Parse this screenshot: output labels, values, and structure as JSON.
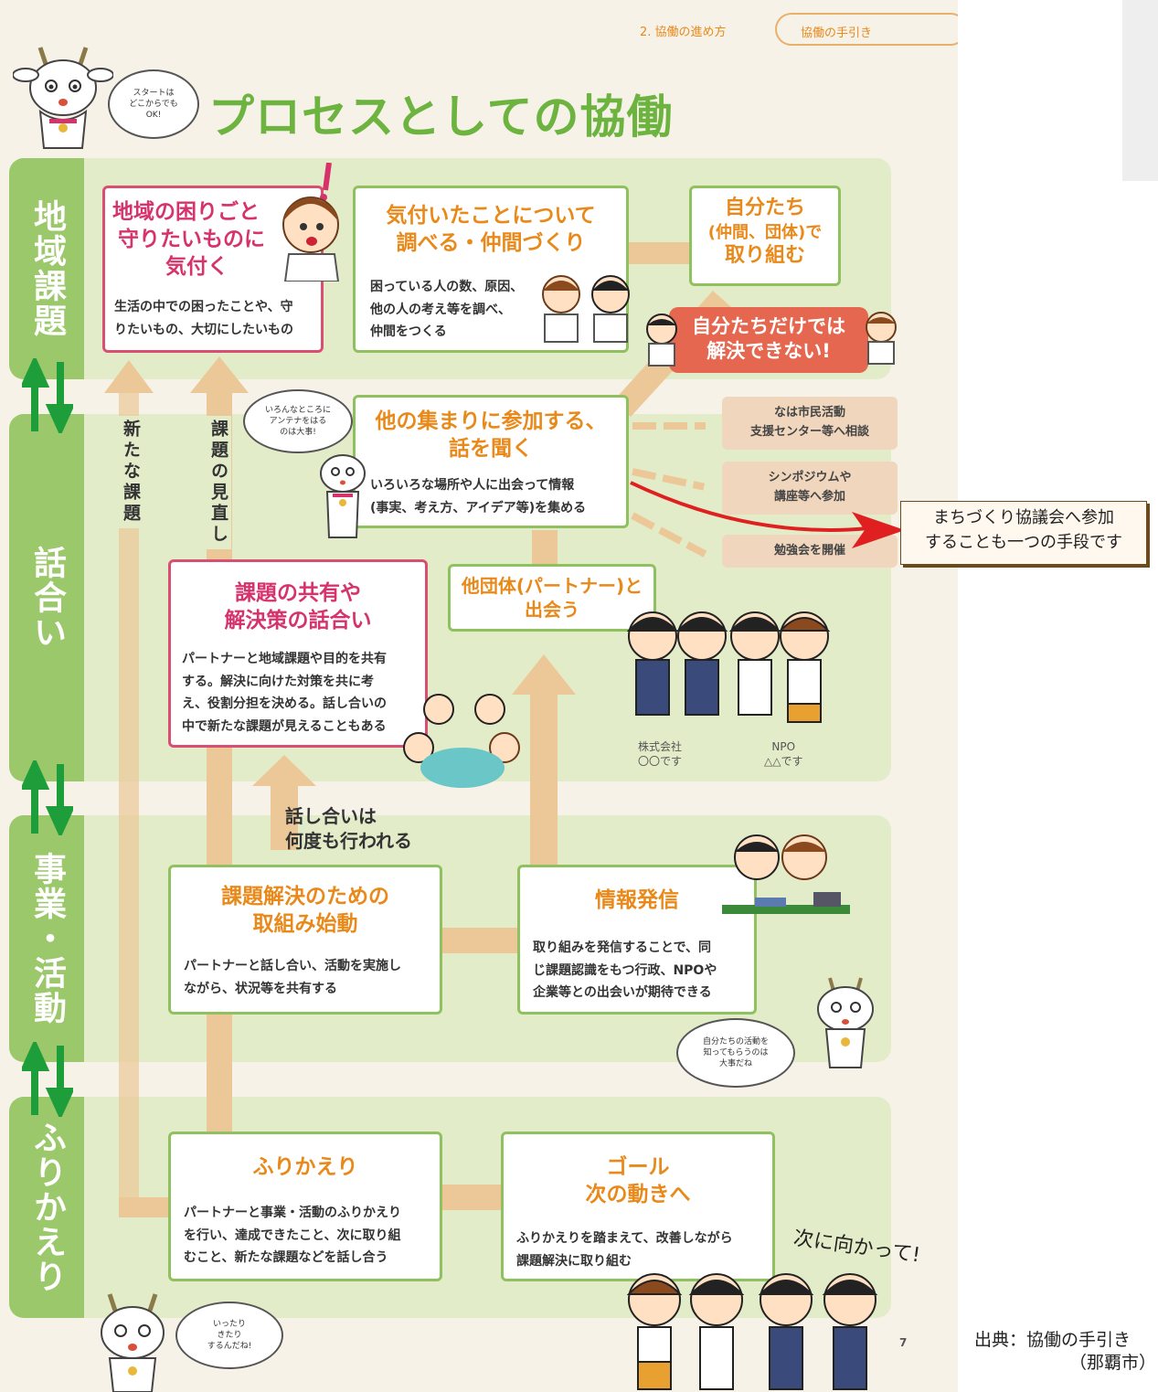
{
  "header": {
    "section": "2. 協働の進め方",
    "tab": "協働の手引き"
  },
  "title": "プロセスとしての協働",
  "goat_bubbles": {
    "start": [
      "スタートは",
      "どこからでも",
      "OK!"
    ],
    "antenna": [
      "いろんなところに",
      "アンテナをはる",
      "のは大事!"
    ],
    "activity": [
      "自分たちの活動を",
      "知ってもらうのは",
      "大事だね"
    ],
    "loop": [
      "いったり",
      "きたり",
      "するんだね!"
    ]
  },
  "stages": {
    "area": "地域課題",
    "talk": "話合い",
    "action": "事業・活動",
    "review": "ふりかえり"
  },
  "vertical_labels": {
    "new_issue": "新たな課題",
    "review_issue": "課題の見直し"
  },
  "boxes": {
    "notice": {
      "title": [
        "地域の困りごと",
        "守りたいものに",
        "気付く"
      ],
      "desc": [
        "生活の中での困ったことや、守",
        "りたいもの、大切にしたいもの"
      ]
    },
    "research": {
      "title": [
        "気付いたことについて",
        "調べる・仲間づくり"
      ],
      "desc": [
        "困っている人の数、原因、",
        "他の人の考え等を調べ、",
        "仲間をつくる"
      ]
    },
    "ourselves": {
      "title": [
        "自分たち",
        "(仲間、団体)で",
        "取り組む"
      ]
    },
    "cannot": {
      "title": [
        "自分たちだけでは",
        "解決できない!"
      ]
    },
    "join": {
      "title": [
        "他の集まりに参加する、",
        "話を聞く"
      ],
      "desc": [
        "いろいろな場所や人に出会って情報",
        "(事実、考え方、アイデア等)を集める"
      ]
    },
    "share": {
      "title": [
        "課題の共有や",
        "解決策の話合い"
      ],
      "desc": [
        "パートナーと地域課題や目的を共有",
        "する。解決に向けた対策を共に考",
        "え、役割分担を決める。話し合いの",
        "中で新たな課題が見えることもある"
      ]
    },
    "partner": {
      "title": [
        "他団体(パートナー)と",
        "出会う"
      ]
    },
    "start_action": {
      "title": [
        "課題解決のための",
        "取組み始動"
      ],
      "desc": [
        "パートナーと話し合い、活動を実施し",
        "ながら、状況等を共有する"
      ]
    },
    "info": {
      "title": [
        "情報発信"
      ],
      "desc": [
        "取り組みを発信することで、同",
        "じ課題認識をもつ行政、NPOや",
        "企業等との出会いが期待できる"
      ]
    },
    "review": {
      "title": [
        "ふりかえり"
      ],
      "desc": [
        "パートナーと事業・活動のふりかえり",
        "を行い、達成できたこと、次に取り組",
        "むこと、新たな課題などを話し合う"
      ]
    },
    "goal": {
      "title": [
        "ゴール",
        "次の動きへ"
      ],
      "desc": [
        "ふりかえりを踏まえて、改善しながら",
        "課題解決に取り組む"
      ]
    }
  },
  "side_options": [
    [
      "なは市民活動",
      "支援センター等へ相談"
    ],
    [
      "シンポジウムや",
      "講座等へ参加"
    ],
    [
      "勉強会を開催"
    ]
  ],
  "callout": [
    "まちづくり協議会へ参加",
    "することも一つの手段です"
  ],
  "repeat_note": [
    "話し合いは",
    "何度も行われる"
  ],
  "partner_labels": {
    "company": [
      "株式会社",
      "〇〇です"
    ],
    "npo": [
      "NPO",
      "△△です"
    ]
  },
  "next_caption": "次に向かって!",
  "page_number": "7",
  "source": [
    "出典：協働の手引き",
    "（那覇市）"
  ],
  "colors": {
    "accent_green": "#8fc25f",
    "title_orange": "#e8891a",
    "title_pink": "#d6336c",
    "arrow_green": "#1e9e3a",
    "path_tan": "#ecc898",
    "red_box": "#e6674f"
  }
}
